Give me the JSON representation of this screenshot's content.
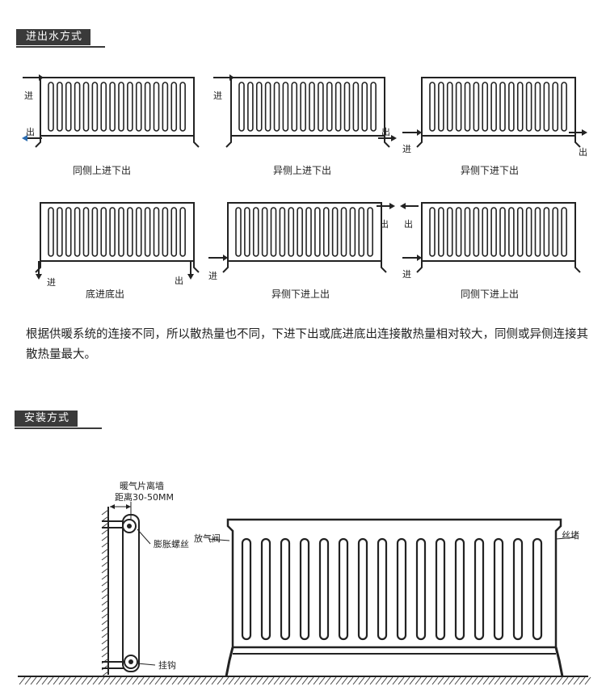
{
  "sections": {
    "inlet_outlet": {
      "title": "进出水方式"
    },
    "installation": {
      "title": "安装方式"
    }
  },
  "labels": {
    "in": "进",
    "out": "出"
  },
  "panels": [
    {
      "caption": "同侧上进下出"
    },
    {
      "caption": "异侧上进下出"
    },
    {
      "caption": "异侧下进下出"
    },
    {
      "caption": "底进底出"
    },
    {
      "caption": "异侧下进上出"
    },
    {
      "caption": "同侧下进上出"
    }
  ],
  "description": "根据供暖系统的连接不同，所以散热量也不同，下进下出或底进底出连接散热量相对较大，同侧或异侧连接其散热量最大。",
  "installation": {
    "wall_distance_line1": "暖气片离墙",
    "wall_distance_line2": "距离30-50MM",
    "expansion_screw": "膨胀螺丝",
    "hook": "挂钩",
    "air_valve": "放气阀",
    "plug": "丝堵"
  }
}
